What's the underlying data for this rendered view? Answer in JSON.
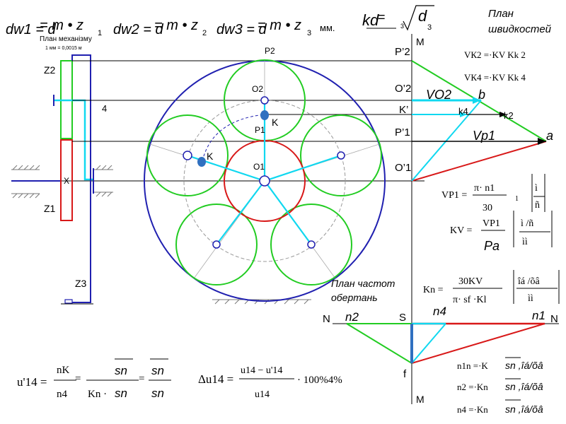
{
  "formulas_top": {
    "dw1": "dw1 = d",
    "m1": "= m • z",
    "sub1": "1",
    "dw2": "dw2 = d",
    "m2": "= m • z",
    "sub2": "2",
    "dw3": "dw3 = d",
    "m3": "= m • z",
    "sub3": "3",
    "mm": "мм."
  },
  "kd": {
    "lhs": "kd",
    "eq": "=",
    "num": "d",
    "sub": "3"
  },
  "mechanism": {
    "title": "План механізму",
    "scale": "1 мм = 0,0015 м",
    "z2": "Z2",
    "z1": "Z1",
    "z3": "Z3",
    "l4": "4",
    "x": "X",
    "p2": "P2",
    "p1": "P1",
    "o2": "O2",
    "o1": "O1",
    "k_top": "K",
    "k_left": "K"
  },
  "speed_plan": {
    "title_line1": "План",
    "title_line2": "швидкостей",
    "vk2": "VК2 =·KV   Kk 2",
    "vk4": "VК4 =·KV   Kk 4",
    "m_top": "M",
    "p2": "P’2",
    "o2": "O’2",
    "k": "K’",
    "p1": "P’1",
    "o1": "O’1",
    "vo2": "VO2",
    "b": "b",
    "k4": "k4",
    "k2": "k2",
    "vp1": "Vp1",
    "a": "a"
  },
  "speed_formulas": {
    "vp1_lhs": "VP1 =",
    "vp1_num": "π· n1",
    "vp1_den": "30",
    "one": "1",
    "unit1": "ì",
    "unit1b": "ñ",
    "kv_lhs": "KV =",
    "kv_num": "VP1",
    "kv_den": "Pa",
    "unit2": "ì /ñ",
    "unit2b": "ìì"
  },
  "freq_plan": {
    "title_line1": "План частот",
    "title_line2": "обертань",
    "kn_lhs": "Kn =",
    "kn_num": "30KV",
    "kn_den": "π· sf ·Kl",
    "kn_unit": "îá /õâ",
    "kn_unit2": "ìì",
    "n_left": "N",
    "n_right": "N",
    "n2": "n2",
    "n4": "n4",
    "n1": "n1",
    "s": "S",
    "f": "f",
    "m_bottom": "M"
  },
  "bottom_formulas": {
    "u14_lhs": "u'14 =",
    "u14_num": "nK",
    "u14_den": "n4",
    "u14_mid1": "Kn ·",
    "u14_sn": "sn",
    "u14_sn2": "sn",
    "du_lhs": "Δu14 =",
    "du_num": "u14 − u'14",
    "du_den": "u14",
    "du_tail": "· 100%4%",
    "n1n": "n1n =·K",
    "n2n": "n2 =·Kn",
    "n4n": "n4 =·Kn",
    "sn_unit": "sn ,îá/õâ"
  },
  "colors": {
    "green": "#22cc22",
    "red": "#d81818",
    "blue": "#2020b0",
    "cyan": "#10d8f0",
    "dark_red": "#c01010"
  }
}
